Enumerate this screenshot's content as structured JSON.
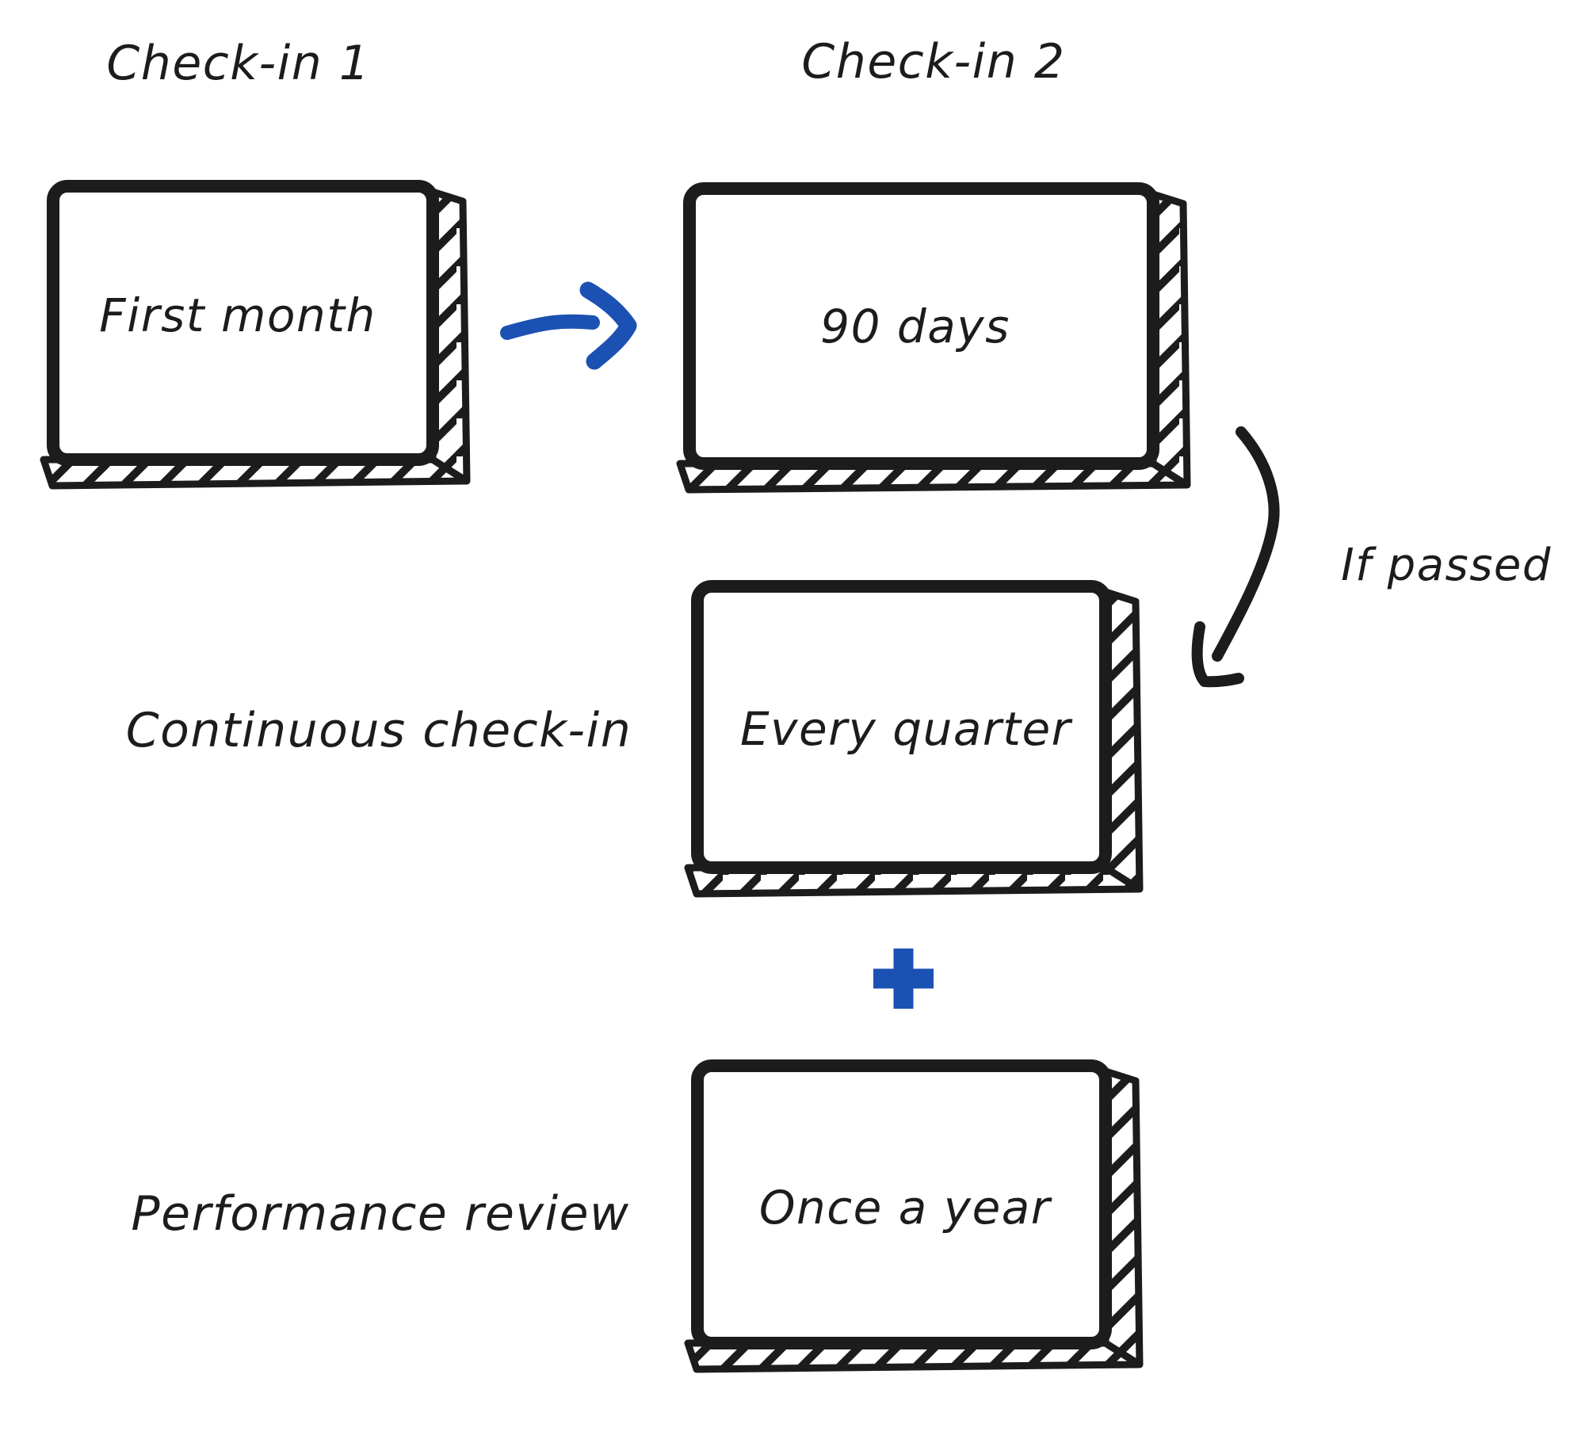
{
  "colors": {
    "background": "#ffffff",
    "ink": "#1c1c1c",
    "accent_blue": "#1B51B2"
  },
  "diagram": {
    "labels": {
      "checkin1": "Check-in 1",
      "checkin2": "Check-in 2",
      "continuous": "Continuous check-in",
      "performance": "Performance review",
      "if_passed": "If passed"
    },
    "boxes": {
      "first_month": "First month",
      "ninety_days": "90 days",
      "every_quarter": "Every quarter",
      "once_a_year": "Once a year"
    },
    "edges": [
      {
        "from": "First month",
        "to": "90 days",
        "style": "blue-arrow"
      },
      {
        "from": "90 days",
        "to": "Every quarter",
        "style": "black-curved-arrow",
        "label": "If passed"
      },
      {
        "between": [
          "Every quarter",
          "Once a year"
        ],
        "style": "blue-plus"
      }
    ]
  }
}
